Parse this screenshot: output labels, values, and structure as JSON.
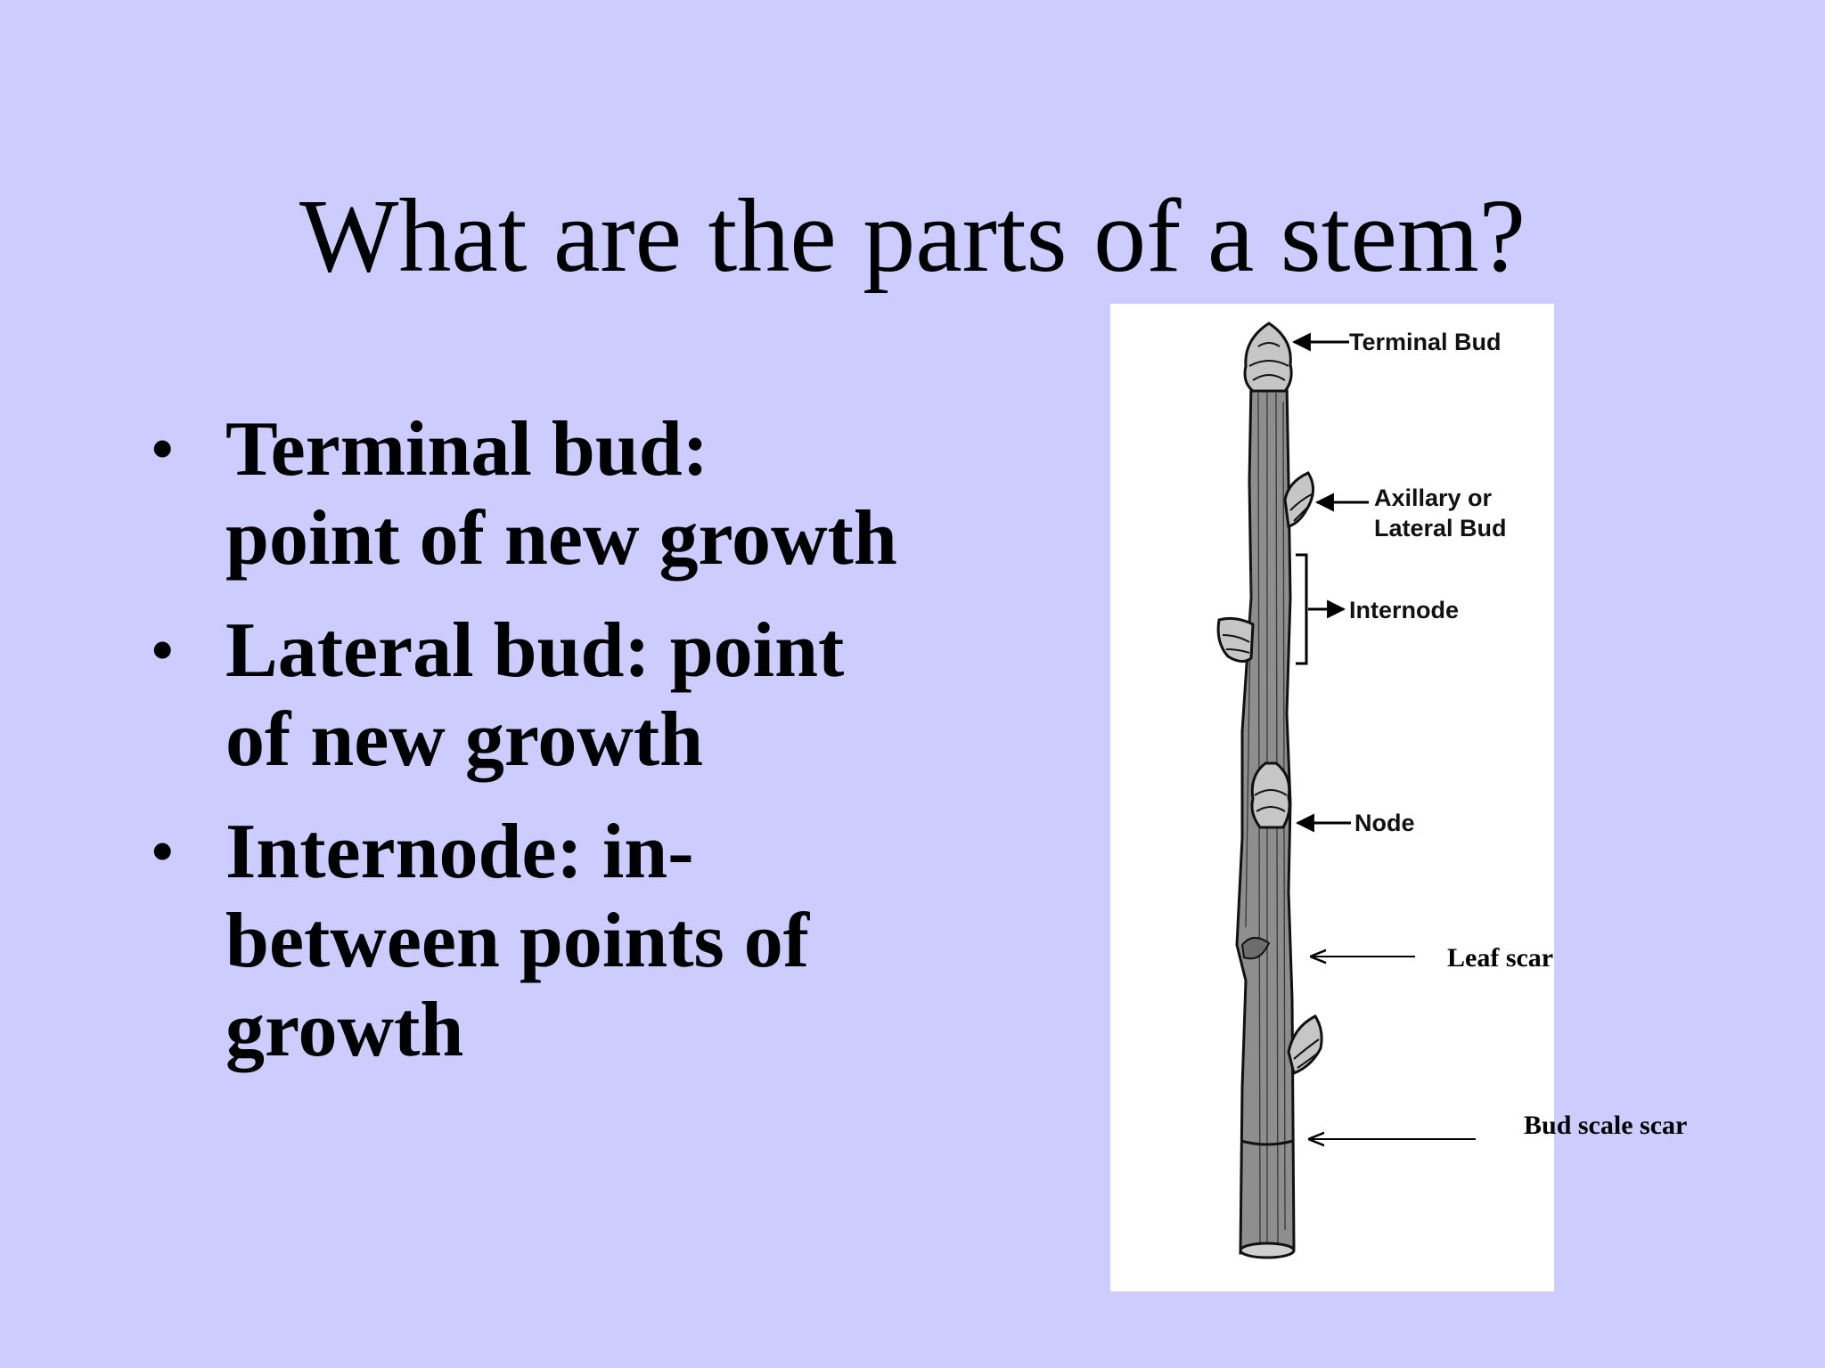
{
  "slide": {
    "title": "What are the parts of a stem?",
    "bullets": [
      {
        "symbol": "•",
        "text": "Terminal bud: point of new growth"
      },
      {
        "symbol": "•",
        "text": "Lateral bud: point of new growth"
      },
      {
        "symbol": "•",
        "text": "Internode: in-between points of growth"
      }
    ]
  },
  "diagram": {
    "labels": {
      "terminal_bud": "Terminal Bud",
      "axillary_line1": "Axillary or",
      "axillary_line2": "Lateral Bud",
      "internode": "Internode",
      "node": "Node",
      "leaf_scar": "Leaf scar",
      "bud_scale_scar": "Bud scale scar"
    }
  },
  "colors": {
    "background": "#ccccff",
    "figure_background": "#ffffff",
    "stem": "#8e8e8e"
  }
}
